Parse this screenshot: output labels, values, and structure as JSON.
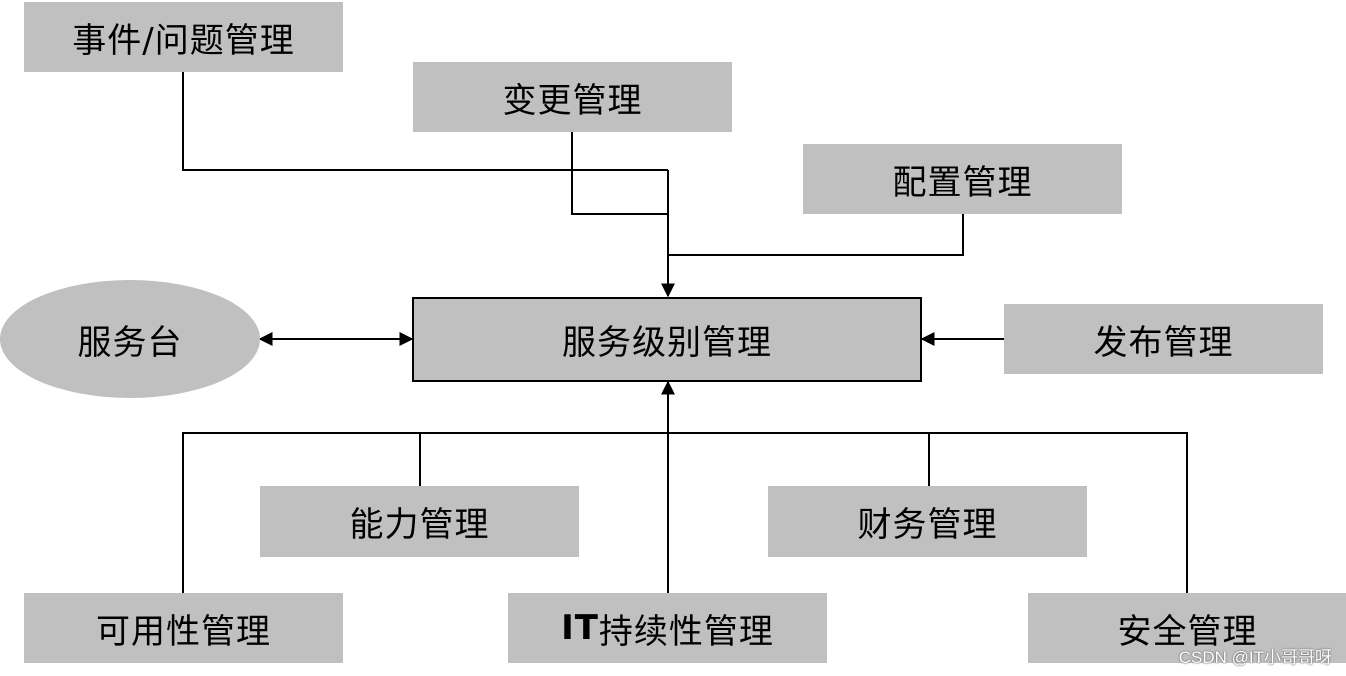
{
  "diagram": {
    "center": {
      "label": "服务级别管理"
    },
    "service_desk": {
      "label": "服务台"
    },
    "incident": {
      "label": "事件/问题管理"
    },
    "change": {
      "label": "变更管理"
    },
    "configuration": {
      "label": "配置管理"
    },
    "release": {
      "label": "发布管理"
    },
    "capacity": {
      "label": "能力管理"
    },
    "financial": {
      "label": "财务管理"
    },
    "availability": {
      "label": "可用性管理"
    },
    "continuity": {
      "prefix": "IT",
      "label": "持续性管理"
    },
    "security": {
      "label": "安全管理"
    }
  },
  "colors": {
    "box_fill": "#c0c0c0",
    "line": "#000000",
    "background": "#ffffff"
  },
  "watermark": "CSDN @IT小哥哥呀"
}
